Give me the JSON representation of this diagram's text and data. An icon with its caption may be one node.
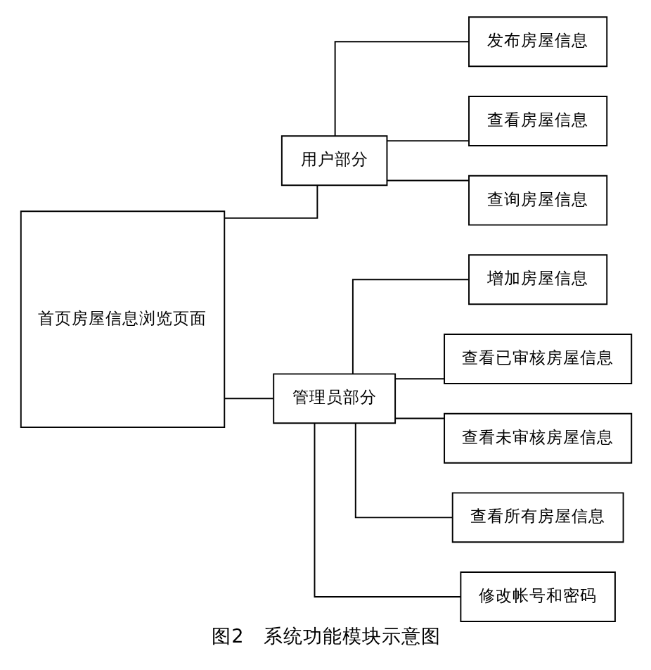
{
  "diagram": {
    "caption": "图2　系统功能模块示意图",
    "nodes": [
      {
        "text": [
          "首页房屋信息浏览页面"
        ]
      },
      {
        "text": [
          "用户部分"
        ]
      },
      {
        "text": [
          "发布房屋信息"
        ]
      },
      {
        "text": [
          "查看房屋信息"
        ]
      },
      {
        "text": [
          "查询房屋信息"
        ]
      },
      {
        "text": [
          "管理员部分"
        ]
      },
      {
        "text": [
          "增加房屋信息"
        ]
      },
      {
        "text": [
          "查看已审核房屋信息"
        ]
      },
      {
        "text": [
          "查看未审核房屋信息"
        ]
      },
      {
        "text": [
          "查看所有房屋信息"
        ]
      },
      {
        "text": [
          "修改帐号和密码"
        ]
      }
    ],
    "edges": [
      {
        "from": 0,
        "to": 1,
        "arrow": "none"
      },
      {
        "from": 0,
        "to": 5,
        "arrow": "none"
      },
      {
        "from": 1,
        "to": 2,
        "arrow": "none"
      },
      {
        "from": 1,
        "to": 3,
        "arrow": "none"
      },
      {
        "from": 1,
        "to": 4,
        "arrow": "none"
      },
      {
        "from": 5,
        "to": 6,
        "arrow": "none"
      },
      {
        "from": 5,
        "to": 7,
        "arrow": "none"
      },
      {
        "from": 5,
        "to": 8,
        "arrow": "none"
      },
      {
        "from": 5,
        "to": 9,
        "arrow": "none"
      },
      {
        "from": 5,
        "to": 10,
        "arrow": "none"
      }
    ]
  }
}
